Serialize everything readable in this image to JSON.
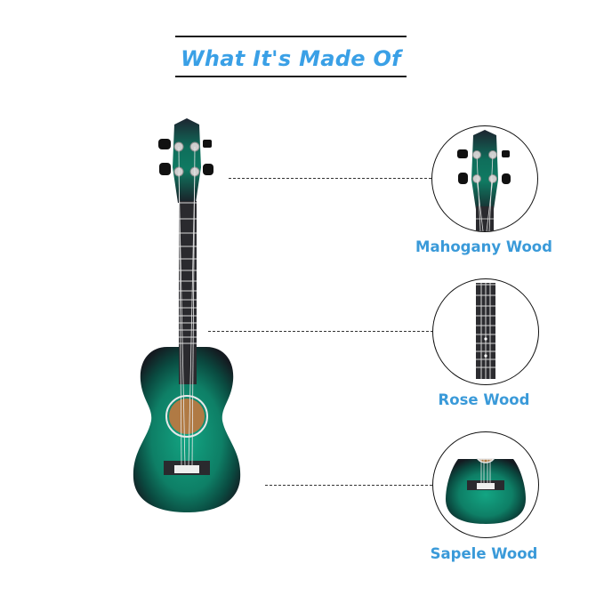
{
  "header": {
    "title": "What It's Made Of"
  },
  "components": [
    {
      "part": "headstock",
      "label": "Mahogany Wood"
    },
    {
      "part": "fretboard",
      "label": "Rose Wood"
    },
    {
      "part": "body",
      "label": "Sapele Wood"
    }
  ],
  "colors": {
    "title": "#3aa0e6",
    "label": "#3a9ad9",
    "ukulele_green": "#0f8a6e",
    "ukulele_dark": "#1b2128"
  }
}
